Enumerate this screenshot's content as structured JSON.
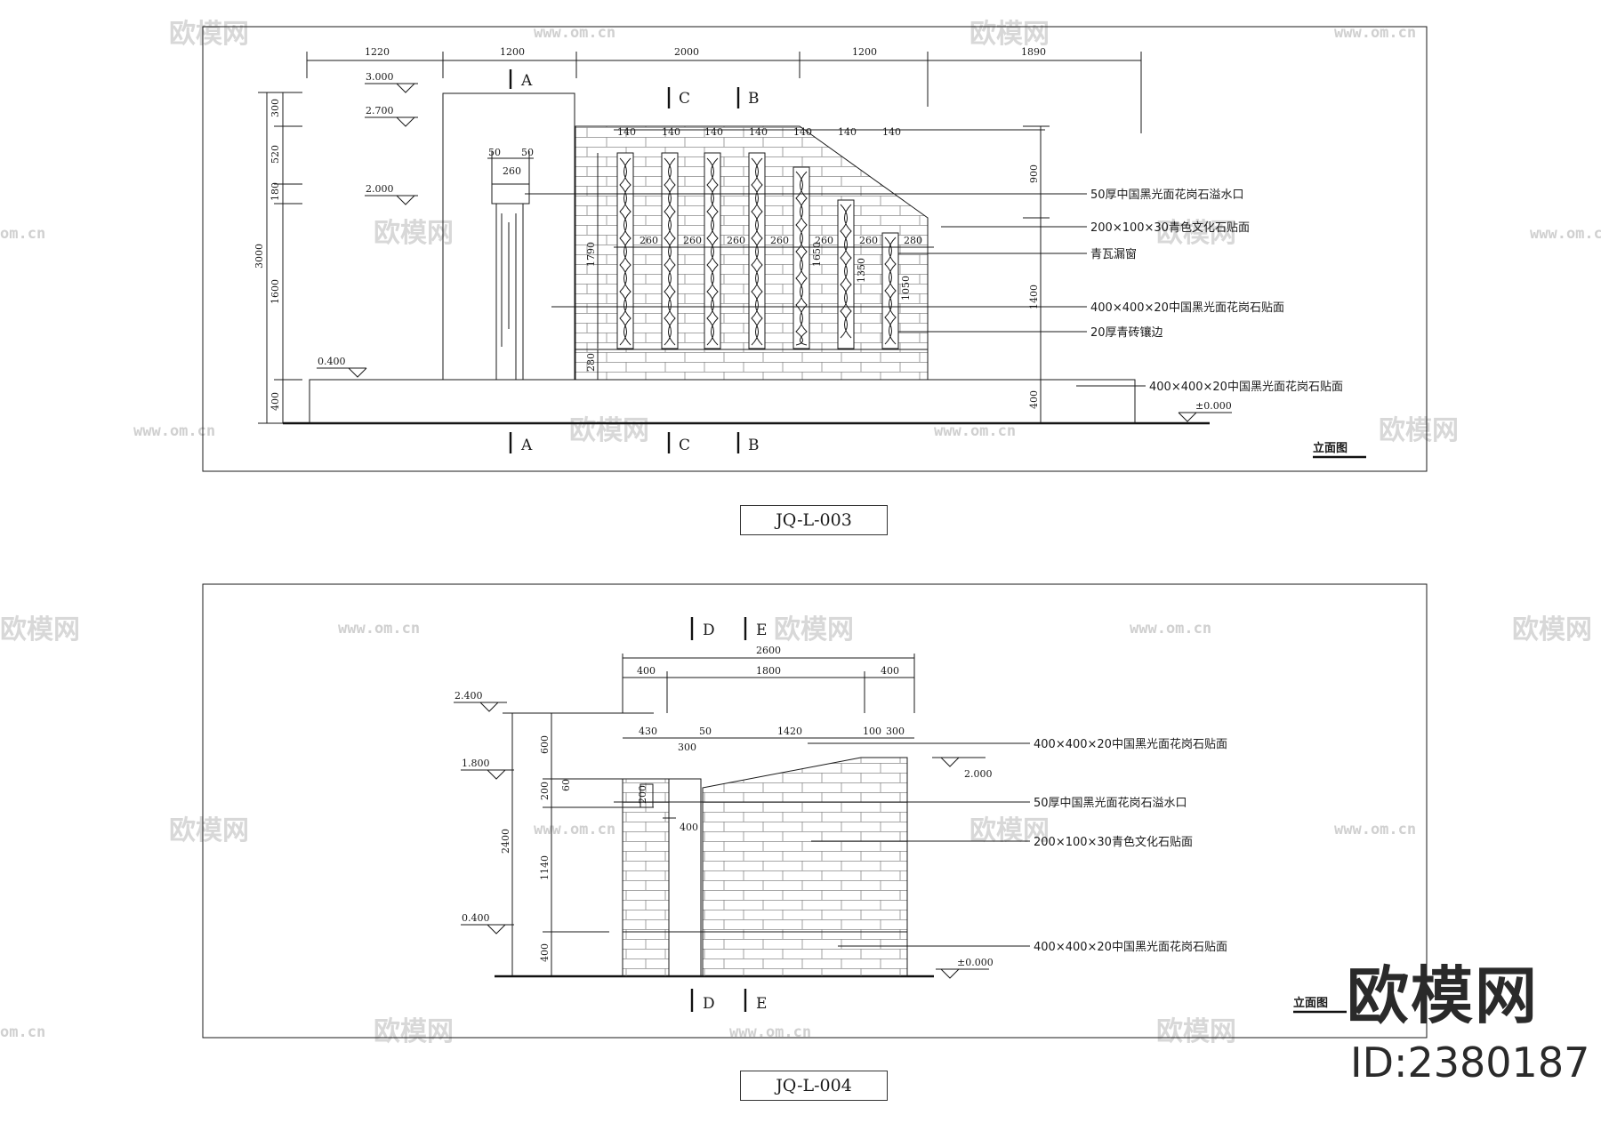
{
  "watermark": {
    "brand": "欧模网",
    "url": "www.om.cn",
    "url_short": "om.cn"
  },
  "drawing1": {
    "id": "JQ-L-003",
    "title": "立面图",
    "top_dims": [
      "1220",
      "1200",
      "2000",
      "1200",
      "1890"
    ],
    "slot_dims": [
      "140",
      "140",
      "140",
      "140",
      "140",
      "140",
      "140"
    ],
    "gap_dims": [
      "260",
      "260",
      "260",
      "260",
      "260",
      "260",
      "280"
    ],
    "left_dims": [
      "300",
      "520",
      "180",
      "1600",
      "400"
    ],
    "total_height": "3000",
    "levels": [
      "3.000",
      "2.700",
      "2.000",
      "0.400",
      "±0.000"
    ],
    "misc_dims": {
      "d50a": "50",
      "d50b": "50",
      "d260": "260",
      "d1790": "1790",
      "d1650": "1650",
      "d1350": "1350",
      "d1050": "1050",
      "d280": "280",
      "r900": "900",
      "r1400": "1400",
      "r400": "400"
    },
    "sections": [
      "A",
      "C",
      "B"
    ],
    "callouts": [
      "50厚中国黑光面花岗石溢水口",
      "200×100×30青色文化石贴面",
      "青瓦漏窗",
      "400×400×20中国黑光面花岗石贴面",
      "20厚青砖镶边",
      "400×400×20中国黑光面花岗石贴面"
    ]
  },
  "drawing2": {
    "id": "JQ-L-004",
    "title": "立面图",
    "top_total": "2600",
    "top_dims": [
      "400",
      "1800",
      "400"
    ],
    "sub_dims": [
      "430",
      "50",
      "1420",
      "100",
      "300"
    ],
    "misc_dims": {
      "d300": "300",
      "d200": "200",
      "d400": "400",
      "d60": "60"
    },
    "left_dims": [
      "600",
      "200",
      "1140",
      "400"
    ],
    "total_height": "2400",
    "levels": [
      "2.400",
      "1.800",
      "0.400",
      "2.000",
      "±0.000"
    ],
    "sections": [
      "D",
      "E"
    ],
    "callouts": [
      "400×400×20中国黑光面花岗石贴面",
      "50厚中国黑光面花岗石溢水口",
      "200×100×30青色文化石贴面",
      "400×400×20中国黑光面花岗石贴面"
    ]
  },
  "brand_block": {
    "name": "欧模网",
    "id_text": "ID:2380187"
  }
}
